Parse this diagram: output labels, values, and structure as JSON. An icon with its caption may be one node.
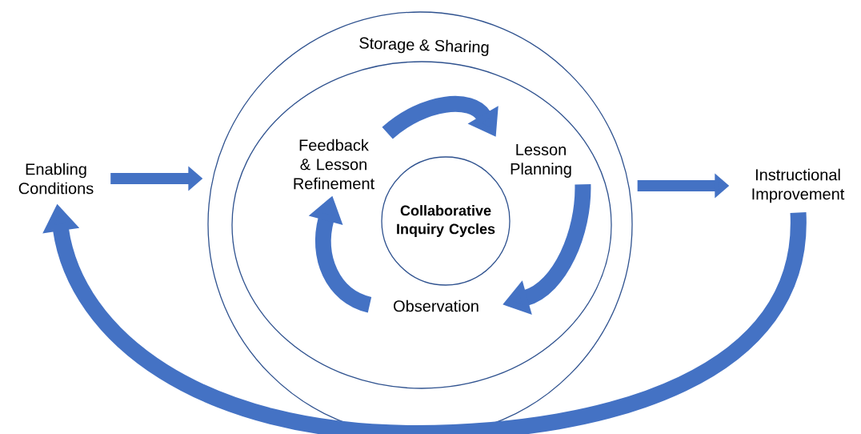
{
  "diagram": {
    "nodes": [
      {
        "text": [
          "Enabling Conditions"
        ]
      },
      {
        "text": [
          "Storage & Sharing"
        ]
      },
      {
        "text": [],
        "shape": "circle",
        "in": 1
      },
      {
        "text": [
          "Collaborative Inquiry Cycles"
        ],
        "in": 2
      },
      {
        "text": [
          "Lesson Planning"
        ],
        "in": 2
      },
      {
        "text": [
          "Observation"
        ],
        "in": 2
      },
      {
        "text": [
          "Feedback & Lesson Refinement"
        ],
        "in": 2
      },
      {
        "text": [
          "Instructional Improvement"
        ]
      }
    ],
    "edges": [
      {
        "from": 0,
        "to": 1,
        "arrow": "to"
      },
      {
        "from": 1,
        "to": 7,
        "arrow": "to"
      },
      {
        "from": 7,
        "to": 0,
        "arrow": "to"
      },
      {
        "from": 6,
        "to": 4,
        "arrow": "to"
      },
      {
        "from": 4,
        "to": 5,
        "arrow": "to"
      },
      {
        "from": 5,
        "to": 6,
        "arrow": "to"
      }
    ]
  }
}
